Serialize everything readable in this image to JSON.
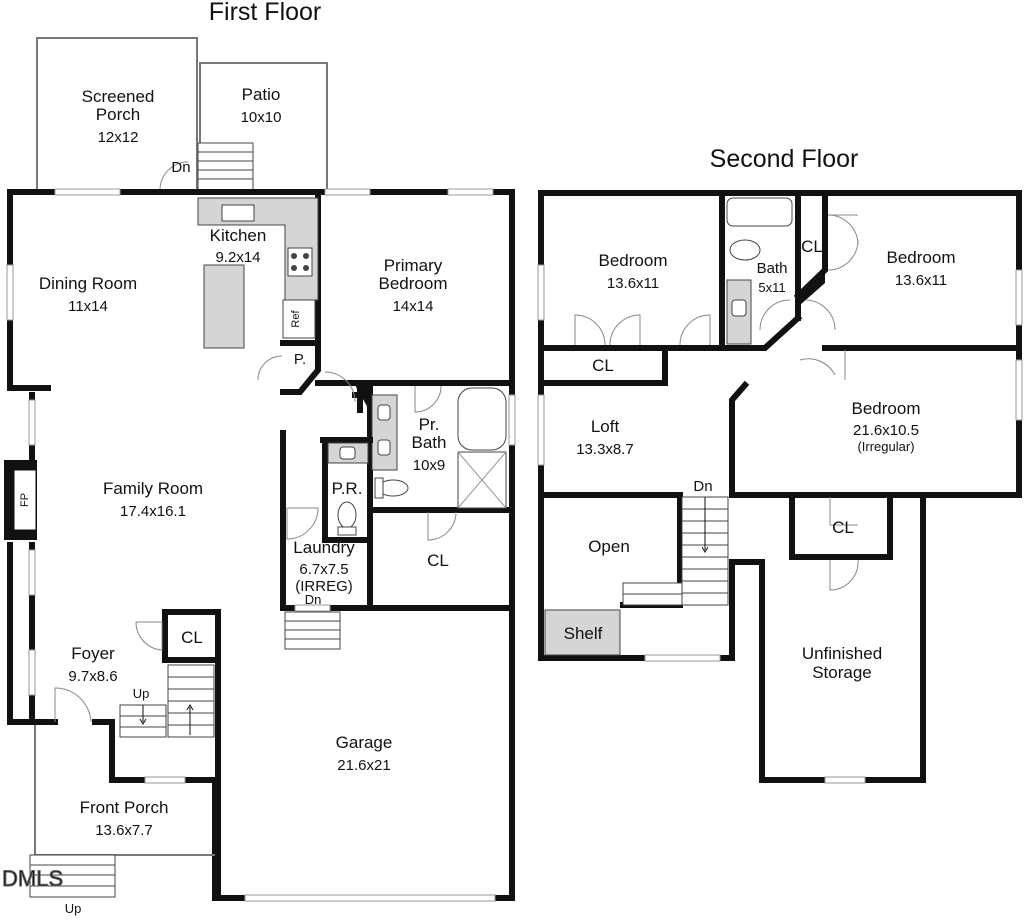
{
  "first_floor": {
    "title": "First Floor",
    "rooms": {
      "screened_porch": {
        "name_line1": "Screened",
        "name_line2": "Porch",
        "size": "12x12"
      },
      "patio": {
        "name": "Patio",
        "size": "10x10"
      },
      "kitchen": {
        "name": "Kitchen",
        "size": "9.2x14"
      },
      "dining_room": {
        "name": "Dining Room",
        "size": "11x14"
      },
      "primary_bedroom": {
        "name_line1": "Primary",
        "name_line2": "Bedroom",
        "size": "14x14"
      },
      "primary_bath": {
        "name_line1": "Pr.",
        "name_line2": "Bath",
        "size": "10x9"
      },
      "family_room": {
        "name": "Family Room",
        "size": "17.4x16.1"
      },
      "powder_room": {
        "name": "P.R."
      },
      "pantry": {
        "name": "P."
      },
      "laundry": {
        "name": "Laundry",
        "size": "6.7x7.5",
        "note": "(IRREG)"
      },
      "closet_bath": {
        "name": "CL"
      },
      "foyer": {
        "name": "Foyer",
        "size": "9.7x8.6"
      },
      "closet_foyer": {
        "name": "CL"
      },
      "garage": {
        "name": "Garage",
        "size": "21.6x21"
      },
      "front_porch": {
        "name": "Front Porch",
        "size": "13.6x7.7"
      }
    },
    "labels": {
      "fireplace": "FP",
      "refrigerator": "Ref",
      "dn_porch": "Dn",
      "dn_garage": "Dn",
      "up_stairs": "Up",
      "up_front": "Up"
    }
  },
  "second_floor": {
    "title": "Second Floor",
    "rooms": {
      "bedroom_left": {
        "name": "Bedroom",
        "size": "13.6x11"
      },
      "bath": {
        "name": "Bath",
        "size": "5x11"
      },
      "closet_bath": {
        "name": "CL"
      },
      "bedroom_right": {
        "name": "Bedroom",
        "size": "13.6x11"
      },
      "closet_left": {
        "name": "CL"
      },
      "loft": {
        "name": "Loft",
        "size": "13.3x8.7"
      },
      "bedroom_large": {
        "name": "Bedroom",
        "size": "21.6x10.5",
        "note": "(Irregular)"
      },
      "open": {
        "name": "Open"
      },
      "shelf": {
        "name": "Shelf"
      },
      "closet_storage": {
        "name": "CL"
      },
      "unfinished_storage": {
        "name_line1": "Unfinished",
        "name_line2": "Storage"
      }
    },
    "labels": {
      "dn_stairs": "Dn"
    }
  },
  "watermark": "DMLS"
}
